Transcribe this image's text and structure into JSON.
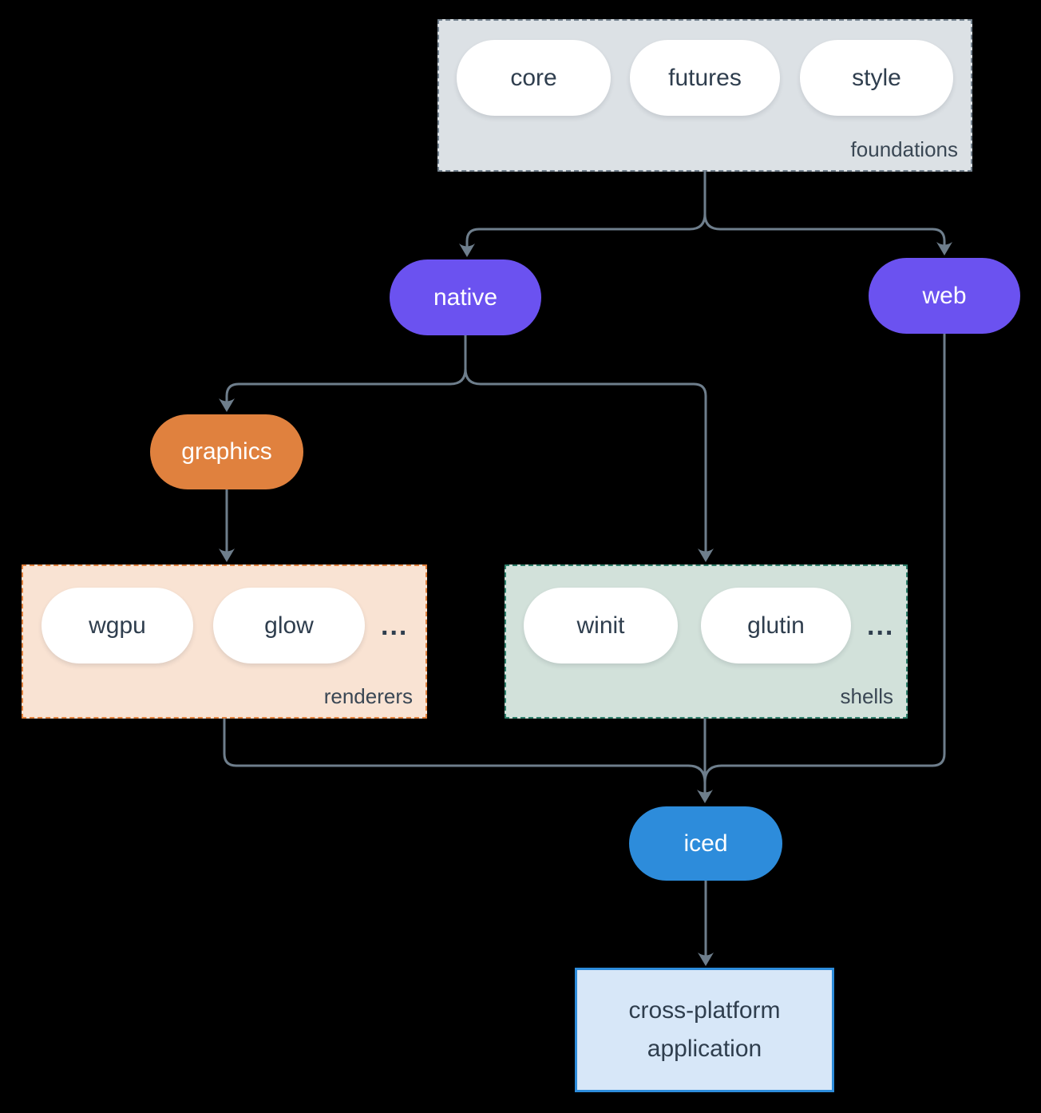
{
  "diagram": {
    "foundations": {
      "label": "foundations",
      "pill_core": "core",
      "pill_futures": "futures",
      "pill_style": "style"
    },
    "native": {
      "label": "native"
    },
    "web": {
      "label": "web"
    },
    "graphics": {
      "label": "graphics"
    },
    "renderers": {
      "label": "renderers",
      "pill_wgpu": "wgpu",
      "pill_glow": "glow",
      "ellipsis": "..."
    },
    "shells": {
      "label": "shells",
      "pill_winit": "winit",
      "pill_glutin": "glutin",
      "ellipsis": "..."
    },
    "iced": {
      "label": "iced"
    },
    "application": {
      "label": "cross-platform application"
    },
    "colors": {
      "background": "#000000",
      "connector": "#6e7e8c",
      "purple": "#6b52f0",
      "orange": "#e0813e",
      "blue": "#2d8cdb",
      "pill_fill": "#ffffff",
      "text_dark": "#2f3e4e",
      "foundations_fill": "#dce1e5",
      "foundations_border": "#74828f",
      "renderers_fill": "#f9e3d3",
      "renderers_border": "#e0813e",
      "shells_fill": "#d2e1da",
      "shells_border": "#2f7f6b",
      "app_fill": "#d7e7f8",
      "app_border": "#2d8cdb"
    }
  }
}
